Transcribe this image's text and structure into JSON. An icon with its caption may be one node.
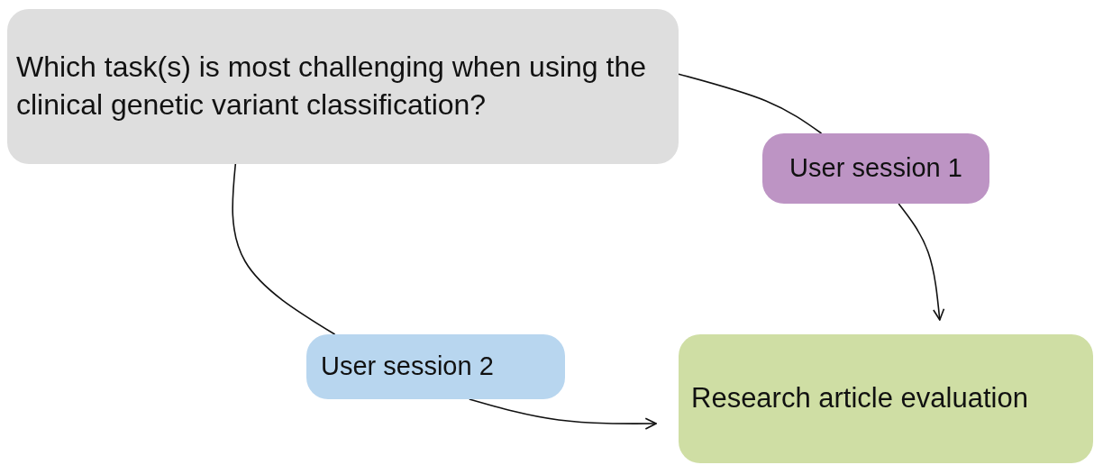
{
  "diagram": {
    "nodes": [
      {
        "text": [
          "Which task(s) is most challenging when using the clinical genetic variant classification?"
        ]
      },
      {
        "text": [
          "User session 1"
        ]
      },
      {
        "text": [
          "User session 2"
        ]
      },
      {
        "text": [
          "Research article evaluation"
        ]
      }
    ],
    "edges": [
      {
        "from": 0,
        "to": 1,
        "arrow": "none"
      },
      {
        "from": 1,
        "to": 3,
        "arrow": "to"
      },
      {
        "from": 0,
        "to": 2,
        "arrow": "none"
      },
      {
        "from": 2,
        "to": 3,
        "arrow": "to"
      }
    ]
  }
}
